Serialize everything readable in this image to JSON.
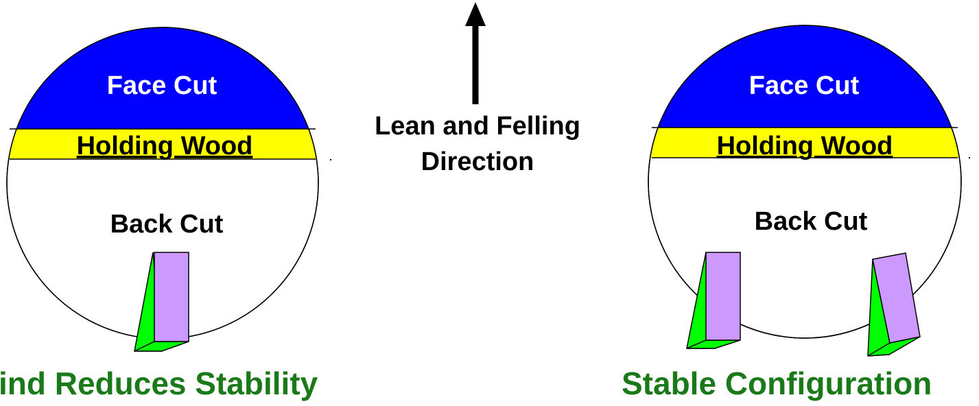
{
  "colors": {
    "face_cut": "#0000ff",
    "holding_wood": "#ffff00",
    "back_cut": "#ffffff",
    "wedge_face": "#cc99ff",
    "wedge_side": "#00ff00",
    "caption": "#1a7a1a",
    "text": "#000000"
  },
  "arrow_label": {
    "line1": "Lean and Felling",
    "line2": "Direction"
  },
  "left_diagram": {
    "face_cut": "Face Cut",
    "holding_wood": "Holding Wood",
    "back_cut": "Back Cut",
    "wedge_count": 1,
    "caption": "ind Reduces Stability"
  },
  "right_diagram": {
    "face_cut": "Face Cut",
    "holding_wood": "Holding Wood",
    "back_cut": "Back Cut",
    "wedge_count": 2,
    "caption": "Stable Configuration"
  }
}
